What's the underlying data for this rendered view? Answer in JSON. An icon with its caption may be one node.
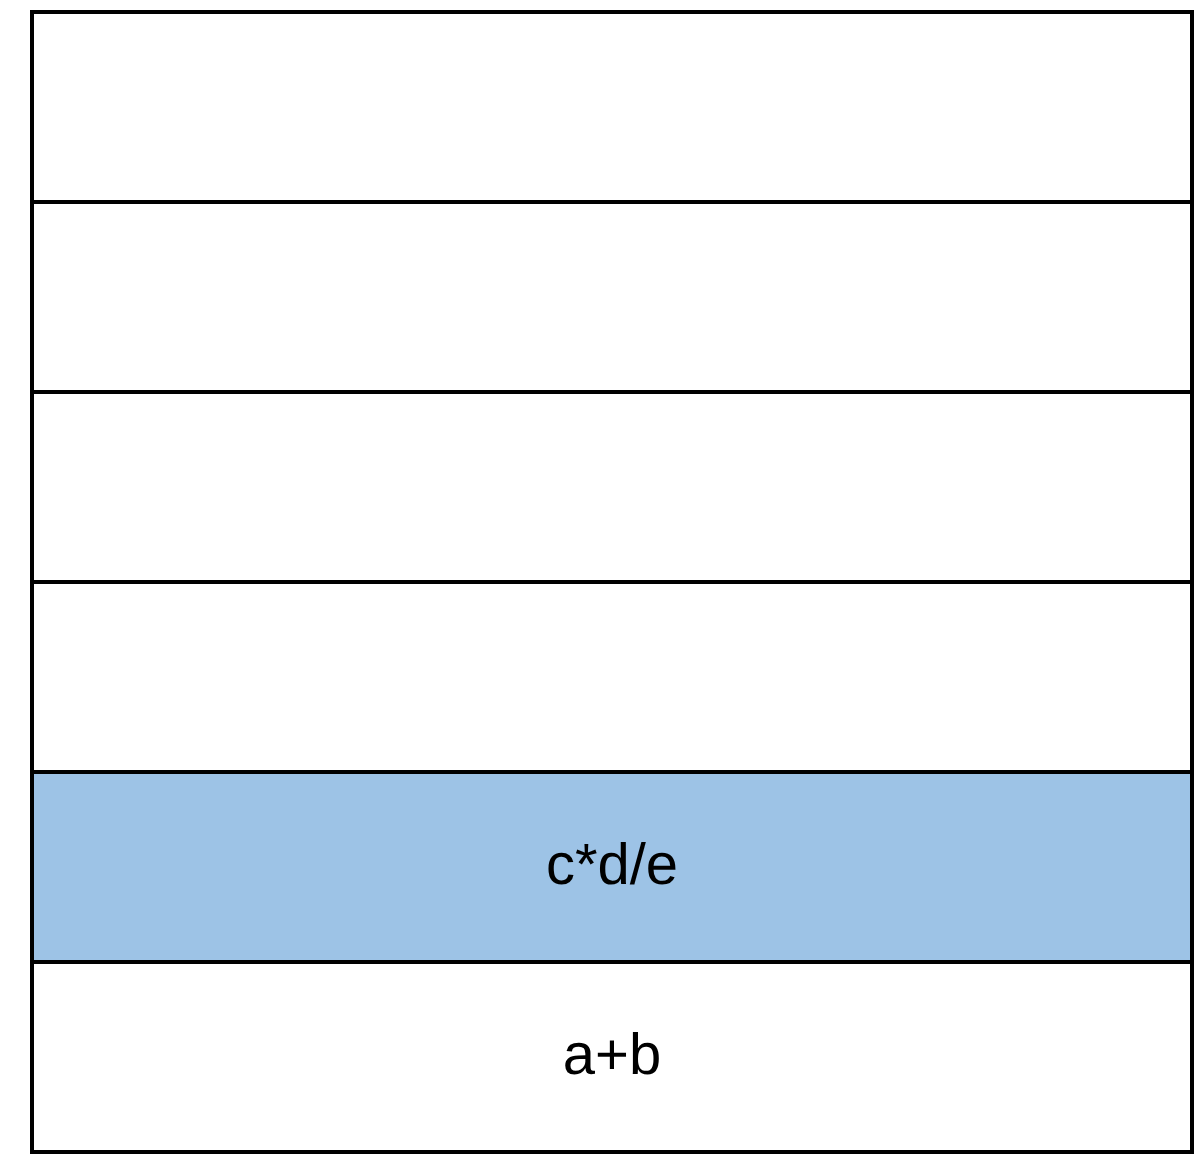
{
  "diagram": {
    "nodes": [
      {
        "text": [],
        "shape": "box"
      },
      {
        "text": [],
        "shape": "box"
      },
      {
        "text": [],
        "shape": "box"
      },
      {
        "text": [],
        "shape": "box"
      },
      {
        "text": [
          "c*d/e"
        ]
      },
      {
        "text": [
          "a+b"
        ]
      }
    ]
  }
}
